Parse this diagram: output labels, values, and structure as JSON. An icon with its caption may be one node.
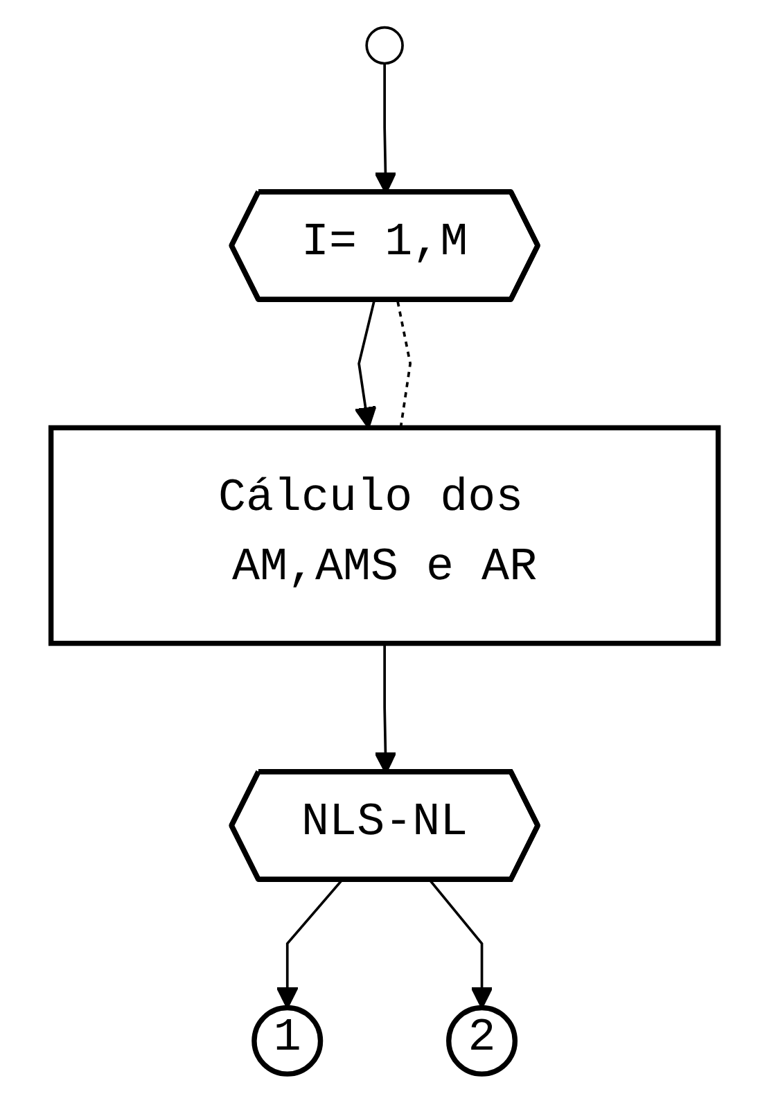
{
  "diagram": {
    "nodes": [
      {
        "text": [
          "I= 1,M"
        ]
      },
      {
        "text": [
          "Cálculo dos AM,AMS e AR"
        ]
      },
      {
        "text": [
          "NLS-NL"
        ]
      },
      {
        "text": [
          "1"
        ]
      },
      {
        "text": [
          "2"
        ]
      }
    ],
    "edges": [
      {
        "from": null,
        "to": 0,
        "arrow": "to"
      },
      {
        "from": 0,
        "to": 1,
        "arrow": "to"
      },
      {
        "from": 1,
        "to": 2,
        "arrow": "to"
      },
      {
        "from": 1,
        "to": 0,
        "arrow": "none",
        "style": "dashed"
      },
      {
        "from": 2,
        "to": 3,
        "arrow": "to"
      },
      {
        "from": 2,
        "to": 4,
        "arrow": "to"
      }
    ]
  }
}
